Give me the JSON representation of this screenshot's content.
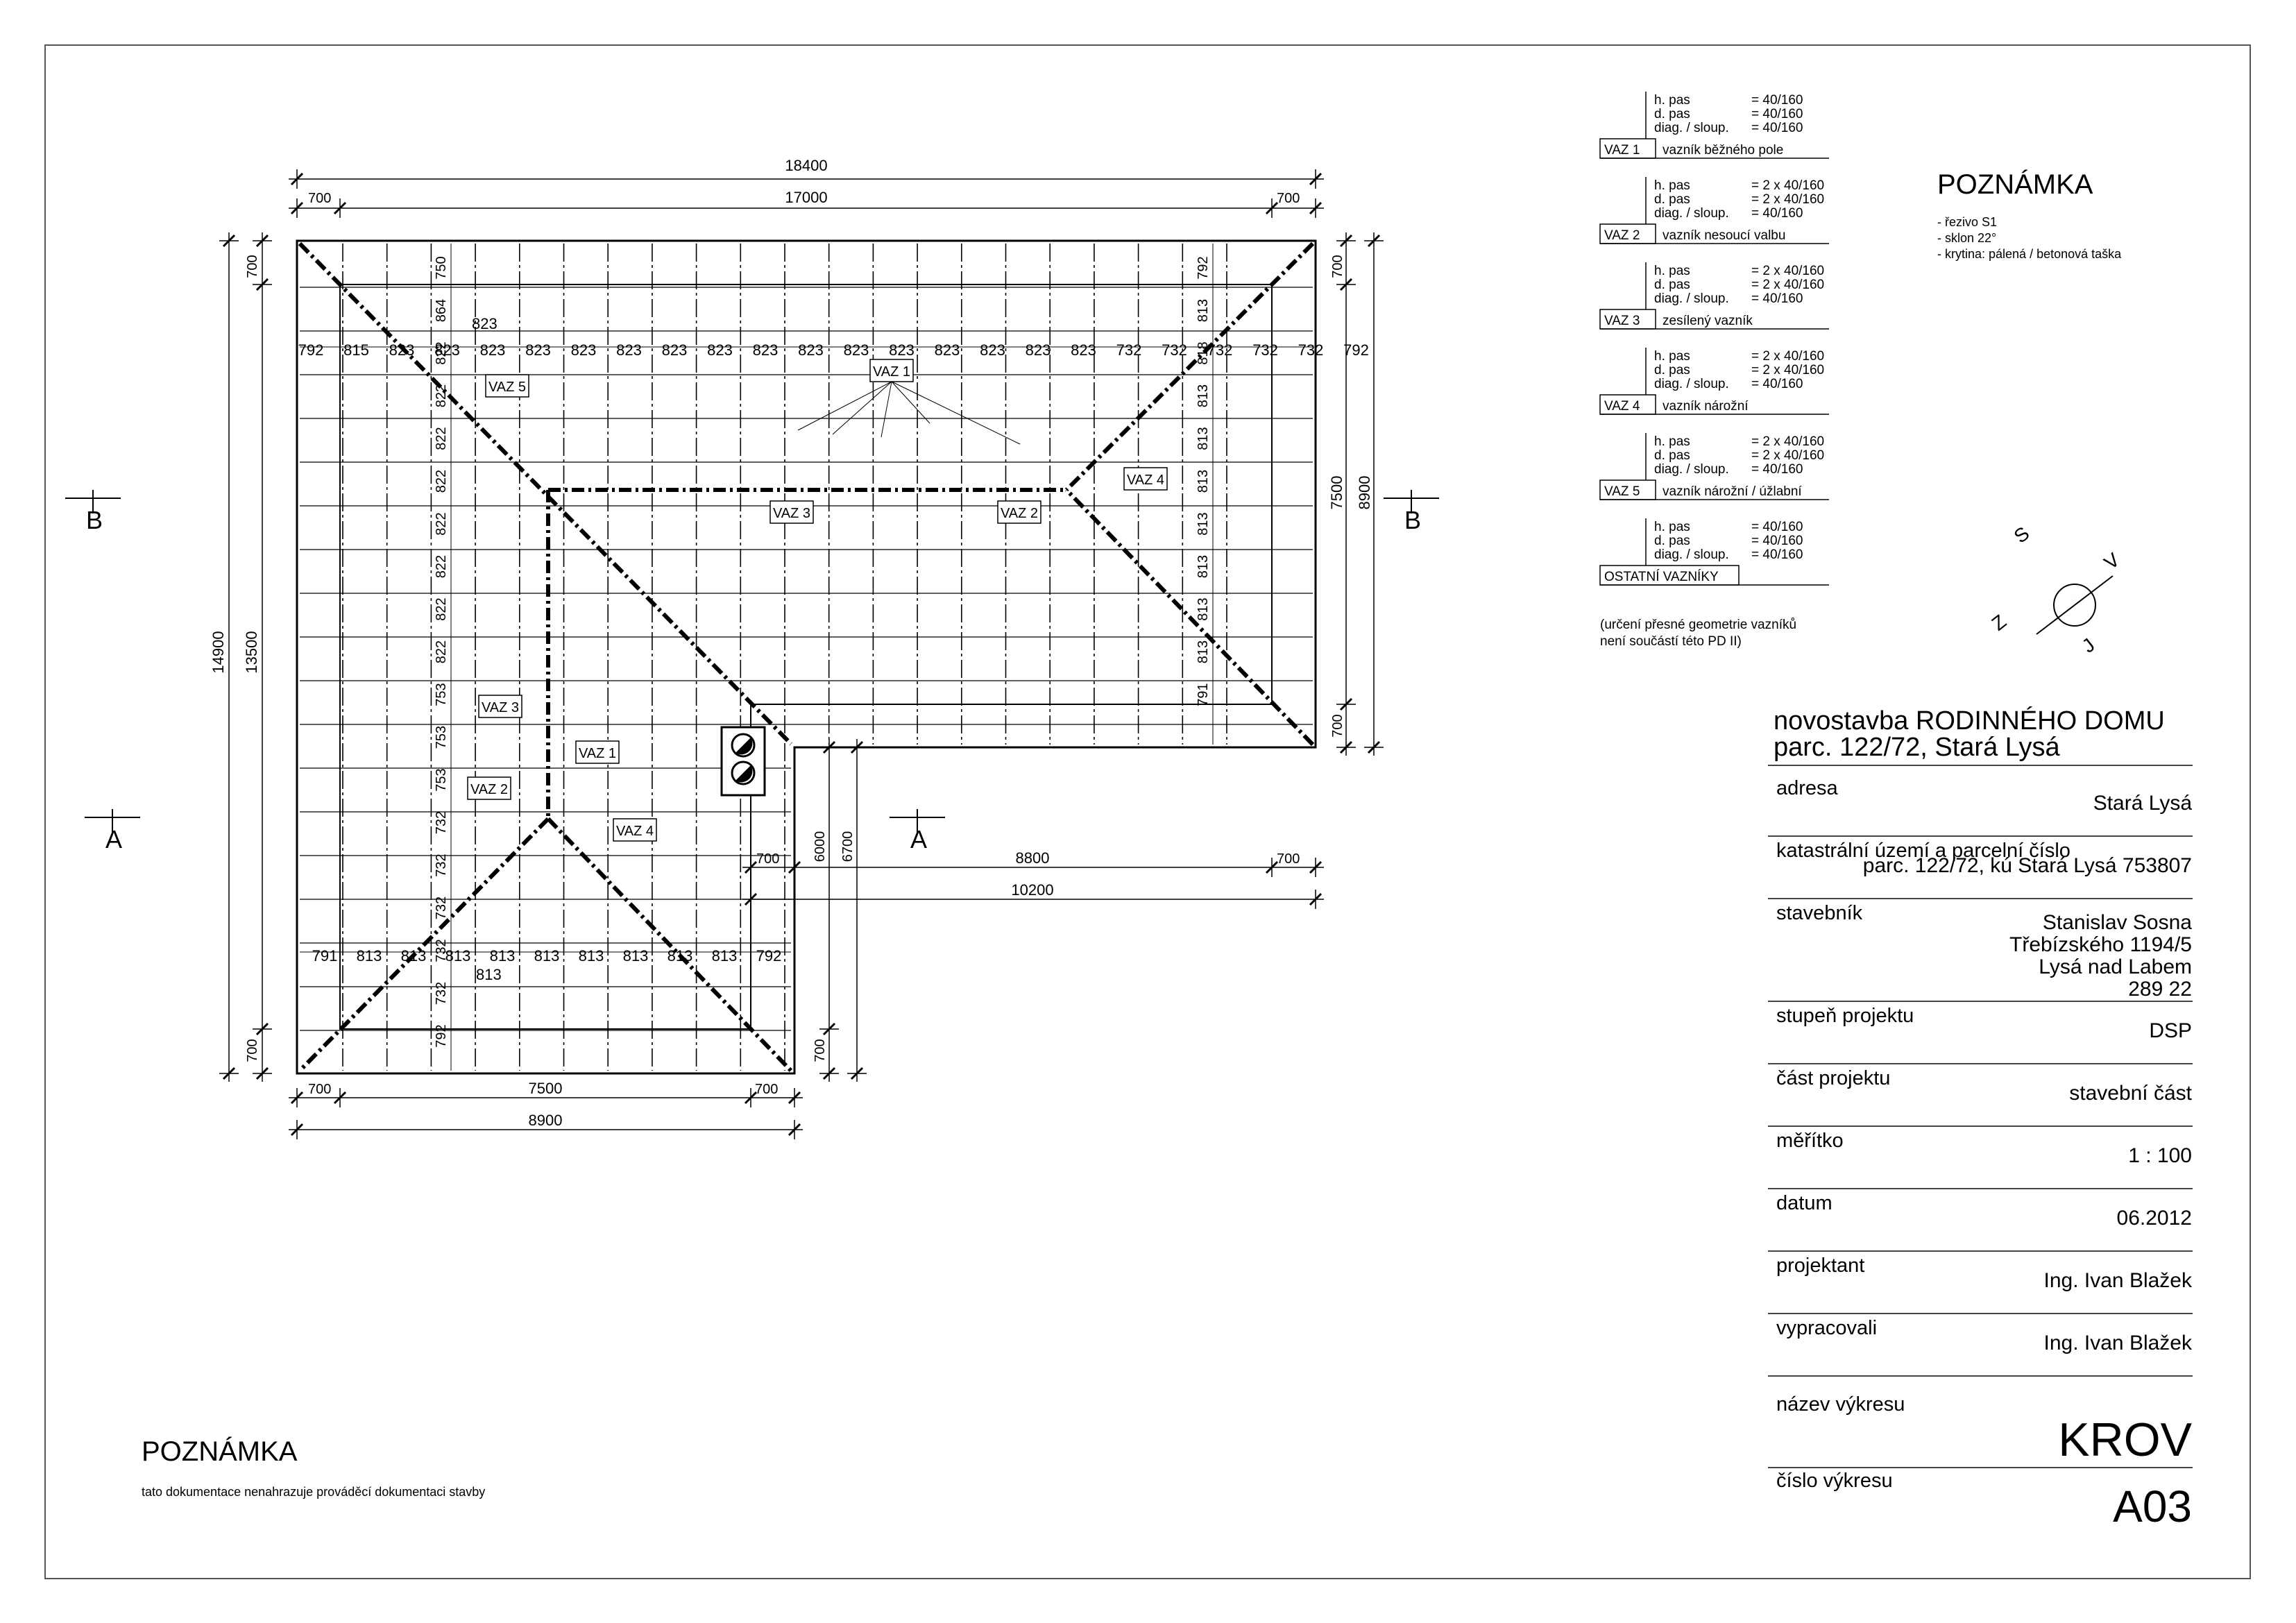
{
  "project": {
    "title_line1": "novostavba RODINNÉHO DOMU",
    "title_line2": "parc. 122/72, Stará Lysá"
  },
  "title_block": [
    {
      "label": "adresa",
      "value": [
        "Stará Lysá"
      ]
    },
    {
      "label": "katastrální území a parcelní číslo",
      "value": [
        "parc. 122/72, kú Stará Lysá 753807"
      ]
    },
    {
      "label": "stavebník",
      "value": [
        "Stanislav Sosna",
        "Třebízského 1194/5",
        "Lysá nad Labem",
        "289 22"
      ]
    },
    {
      "label": "stupeň projektu",
      "value": [
        "DSP"
      ]
    },
    {
      "label": "část projektu",
      "value": [
        "stavební část"
      ]
    },
    {
      "label": "měřítko",
      "value": [
        "1 : 100"
      ]
    },
    {
      "label": "datum",
      "value": [
        "06.2012"
      ]
    },
    {
      "label": "projektant",
      "value": [
        "Ing. Ivan Blažek"
      ]
    },
    {
      "label": "vypracovali",
      "value": [
        "Ing. Ivan Blažek"
      ]
    }
  ],
  "drawing_name": {
    "label": "název výkresu",
    "value": "KROV"
  },
  "drawing_number": {
    "label": "číslo výkresu",
    "value": "A03"
  },
  "note_top": {
    "title": "POZNÁMKA",
    "lines": [
      "- řezivo S1",
      "- sklon 22°",
      "- krytina: pálená / betonová taška"
    ]
  },
  "note_bottom": {
    "title": "POZNÁMKA",
    "text": "tato dokumentace nenahrazuje prováděcí dokumentaci stavby"
  },
  "truss_legend": [
    {
      "rows": [
        [
          "h. pas",
          "= 40/160"
        ],
        [
          "d. pas",
          "= 40/160"
        ],
        [
          "diag. / sloup.",
          "= 40/160"
        ]
      ],
      "tag": "VAZ 1",
      "desc": "vazník běžného pole"
    },
    {
      "rows": [
        [
          "h. pas",
          "= 2 x 40/160"
        ],
        [
          "d. pas",
          "= 2 x 40/160"
        ],
        [
          "diag. / sloup.",
          "= 40/160"
        ]
      ],
      "tag": "VAZ 2",
      "desc": "vazník nesoucí valbu"
    },
    {
      "rows": [
        [
          "h. pas",
          "= 2 x 40/160"
        ],
        [
          "d. pas",
          "= 2 x 40/160"
        ],
        [
          "diag. / sloup.",
          "= 40/160"
        ]
      ],
      "tag": "VAZ 3",
      "desc": "zesílený vazník"
    },
    {
      "rows": [
        [
          "h. pas",
          "= 2 x 40/160"
        ],
        [
          "d. pas",
          "= 2 x 40/160"
        ],
        [
          "diag. / sloup.",
          "= 40/160"
        ]
      ],
      "tag": "VAZ 4",
      "desc": "vazník nárožní"
    },
    {
      "rows": [
        [
          "h. pas",
          "= 2 x 40/160"
        ],
        [
          "d. pas",
          "= 2 x 40/160"
        ],
        [
          "diag. / sloup.",
          "= 40/160"
        ]
      ],
      "tag": "VAZ 5",
      "desc": "vazník nárožní / úžlabní"
    },
    {
      "rows": [
        [
          "h. pas",
          "= 40/160"
        ],
        [
          "d. pas",
          "= 40/160"
        ],
        [
          "diag. / sloup.",
          "= 40/160"
        ]
      ],
      "tag": "OSTATNÍ VAZNÍKY",
      "desc": ""
    }
  ],
  "legend_note": [
    "(určení přesné geometrie vazníků",
    "není součástí této PD II)"
  ],
  "compass": {
    "s": "S",
    "v": "V",
    "j": "J",
    "z": "Z"
  },
  "section_marks": {
    "b_left": "B",
    "b_right": "B",
    "a_left": "A",
    "a_mid": "A"
  },
  "dimensions": {
    "top_total": "18400",
    "top_inner": "17000",
    "top_overhang_left": "700",
    "top_overhang_right": "700",
    "left_total": "14900",
    "left_inner": "13500",
    "left_top": "700",
    "left_bottom": "700",
    "right_total": "8900",
    "right_inner": "7500",
    "right_top": "700",
    "right_bottom": "700",
    "bottom_total": "8900",
    "bottom_inner": "7500",
    "bottom_left": "700",
    "bottom_right": "700",
    "wing_total": "10200",
    "wing_inner": "8800",
    "wing_left": "700",
    "wing_right": "700",
    "wing_v1": "6000",
    "wing_v2": "6700",
    "wing_v3": "700"
  },
  "spacings_top": [
    "792",
    "815",
    "823",
    "823",
    "823",
    "823",
    "823",
    "823",
    "823",
    "823",
    "823",
    "823",
    "823",
    "823",
    "823",
    "823",
    "823",
    "823",
    "732",
    "732",
    "732",
    "732",
    "732",
    "792"
  ],
  "spacings_bottom": [
    "791",
    "813",
    "813",
    "813",
    "813",
    "813",
    "813",
    "813",
    "813",
    "813",
    "792"
  ],
  "spacings_left": [
    "750",
    "864",
    "822",
    "822",
    "822",
    "822",
    "822",
    "822",
    "822",
    "822",
    "753",
    "753",
    "753",
    "732",
    "732",
    "732",
    "732",
    "732",
    "792"
  ],
  "spacings_right": [
    "792",
    "813",
    "818",
    "813",
    "813",
    "813",
    "813",
    "813",
    "813",
    "813",
    "791"
  ],
  "extra_labels": {
    "l823": "823",
    "l813": "813"
  },
  "truss_tags": [
    "VAZ 1",
    "VAZ 2",
    "VAZ 3",
    "VAZ 4",
    "VAZ 5",
    "VAZ 3",
    "VAZ 1",
    "VAZ 2",
    "VAZ 4"
  ]
}
